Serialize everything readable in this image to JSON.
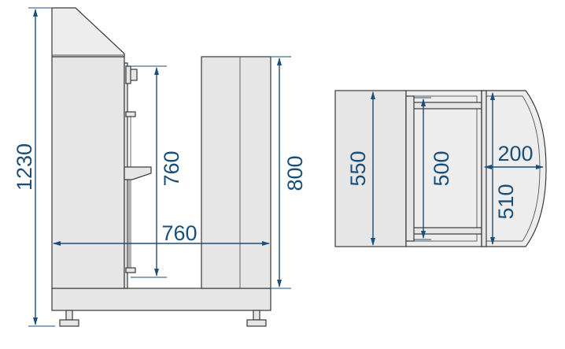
{
  "colors": {
    "dimension": "#1a4f7a",
    "outline": "#3a3a3a",
    "fill": "#e6e6e6"
  },
  "dimensions": {
    "total_height": "1230",
    "side_height": "760",
    "side_width": "760",
    "body_height": "800",
    "plan_depth": "550",
    "inner_depth": "500",
    "door_offset": "200",
    "door_depth": "510"
  }
}
